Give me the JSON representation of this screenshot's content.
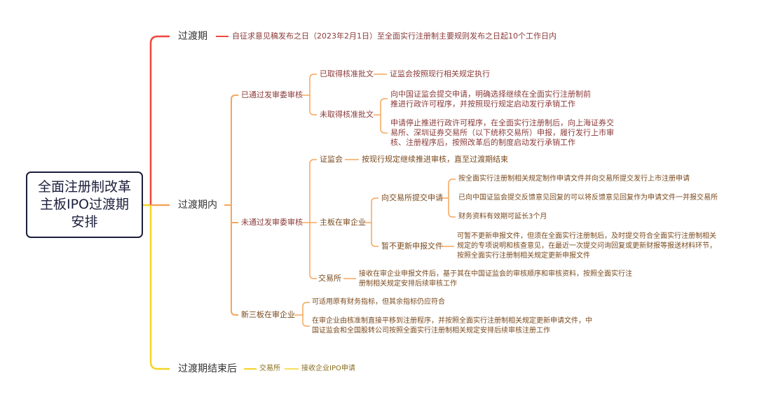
{
  "root": {
    "label": "全面注册制改革\n主板IPO过渡期\n安排"
  },
  "colors": {
    "red": "#f0473e",
    "orange": "#f5a65b",
    "yellow": "#f5d327",
    "root_border": "#1b1f3b"
  },
  "branches": {
    "period": {
      "label": "过渡期",
      "detail": "自征求意见稿发布之日（2023年2月1日）至全面实行注册制主要规则发布之日起10个工作日内"
    },
    "during": {
      "label": "过渡期内",
      "passed": {
        "label": "已通过发审委审核",
        "approved": {
          "label": "已取得核准批文",
          "detail": "证监会按照现行相关规定执行"
        },
        "not_approved": {
          "label": "未取得核准批文",
          "option1": "向中国证监会提交申请，明确选择继续在全面实行注册制前\n推进行政许可程序，并按照现行规定启动发行承销工作",
          "option2": "申请停止推进行政许可程序，在全面实行注册制后，向上海证券交\n易所、深圳证券交易所（以下统称交易所）申报，履行发行上市审\n核、注册程序后，按照改革后的制度启动发行承销工作"
        }
      },
      "not_passed": {
        "label": "未通过发审委审核",
        "csrc": {
          "label": "证监会",
          "detail": "按现行规定继续推进审核，直至过渡期结束"
        },
        "main_board": {
          "label": "主板在审企业",
          "submit": {
            "label": "向交易所提交申请",
            "items": [
              "按全面实行注册制相关规定制作申请文件并向交易所提交发行上市注册申请",
              "已向中国证监会提交反馈意见回复的可以将反馈意见回复作为申请文件一并报交易所",
              "财务资料有效期可延长3个月"
            ]
          },
          "no_update": {
            "label": "暂不更新申报文件",
            "detail": "可暂不更新申报文件，但须在全面实行注册制后，及时提交符合全面实行注册制相关\n规定的专项说明和核查意见，在最近一次提交问询回复或更新财报等报送材料环节，\n按照全面实行注册制相关规定更新申报文件"
          }
        },
        "exchange": {
          "label": "交易所",
          "detail": "接收在审企业申报文件后，基于其在中国证监会的审核顺序和审核资料，按照全面实行注\n册制相关规定安排后续审核工作"
        }
      },
      "neeq": {
        "label": "新三板在审企业",
        "item1": "可适用原有财务指标，但其余指标仍应符合",
        "item2": "在审企业由核准制直接平移到注册程序，并按照全面实行注册制相关规定更新申请文件，中\n国证监会和全国股转公司按照全面实行注册制相关规定安排后续审核注册工作"
      }
    },
    "after": {
      "label": "过渡期结束后",
      "exchange": "交易所",
      "detail": "接收企业IPO申请"
    }
  }
}
